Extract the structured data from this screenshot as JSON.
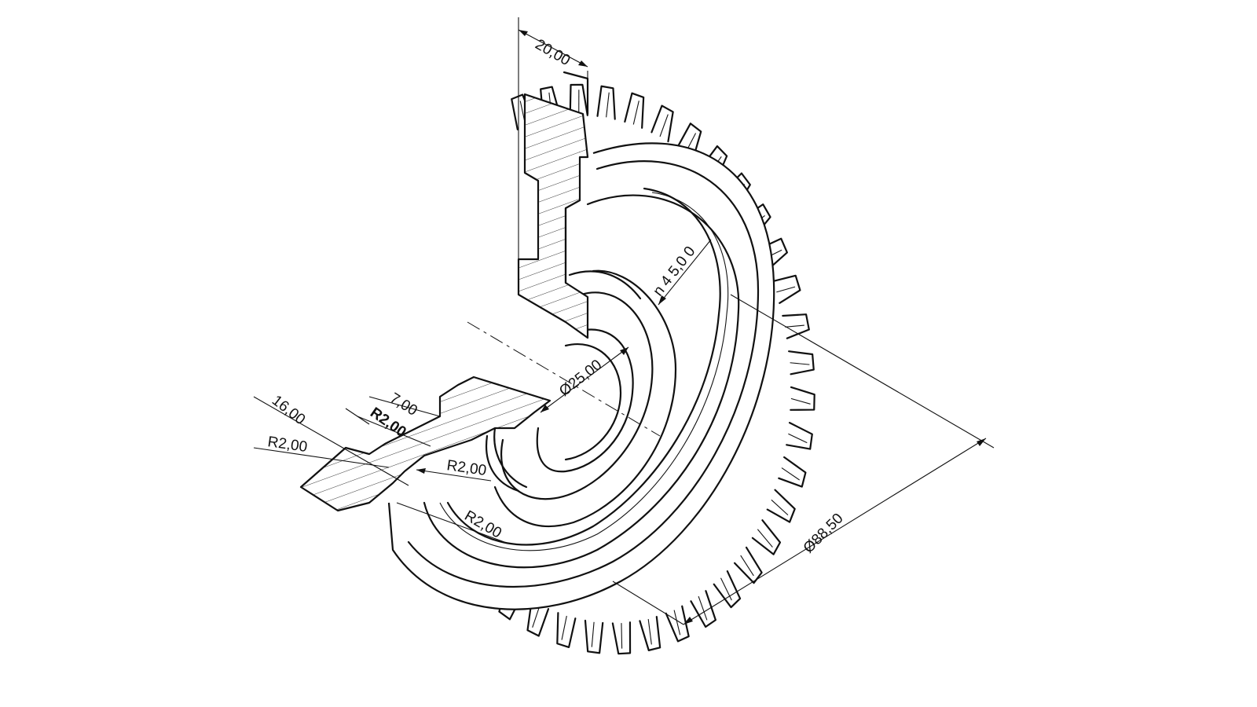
{
  "dimensions": {
    "width_20": "20,00",
    "dia_45": "n 4 5,0 0",
    "dia_25": "Ø25,00",
    "dia_88": "Ø88,50",
    "len_16": "16,00",
    "len_7": "7,00",
    "r_left": "R2,00",
    "r_left_bold": "R2,00",
    "r_mid": "R2,00",
    "r_low": "R2,00"
  },
  "colors": {
    "line": "#111111",
    "background": "#ffffff"
  }
}
